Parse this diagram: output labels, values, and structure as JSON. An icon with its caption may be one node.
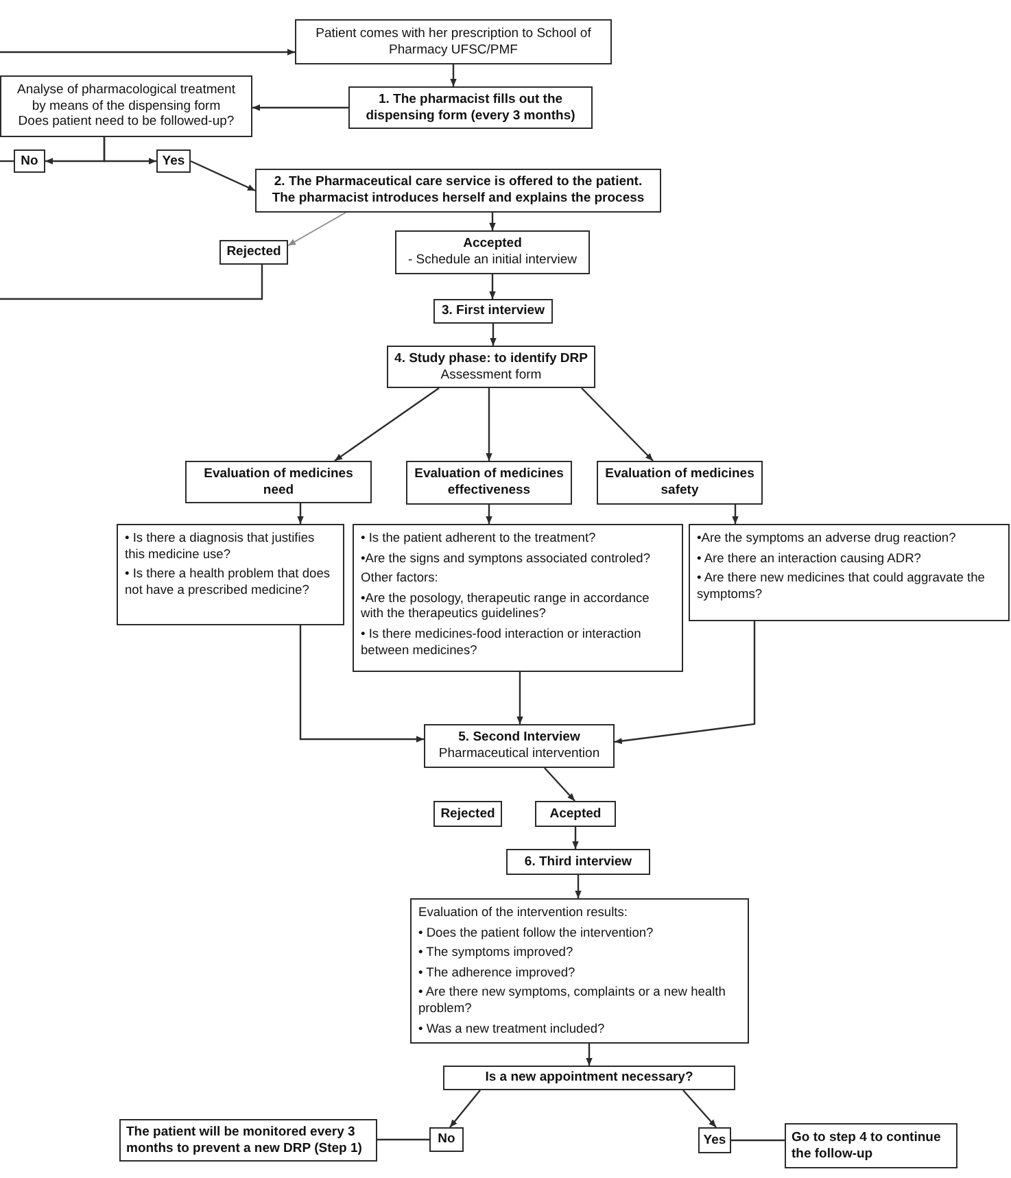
{
  "diagram": {
    "nodes": [
      {
        "text": [
          "Patient comes with her prescription to School of Pharmacy UFSC/PMF"
        ]
      },
      {
        "text": [
          "1. The pharmacist fills out the dispensing form (every 3 months)"
        ]
      },
      {
        "text": [
          "Analyse of pharmacological treatment by means of the dispensing form",
          "Does patient need to be followed-up?"
        ]
      },
      {
        "text": [
          "No"
        ]
      },
      {
        "text": [
          "Yes"
        ]
      },
      {
        "text": [
          "2. The Pharmaceutical care service is offered to the patient. The pharmacist introduces herself and explains the process"
        ]
      },
      {
        "text": [
          "Rejected"
        ]
      },
      {
        "text": [
          "Accepted",
          "- Schedule an initial interview"
        ]
      },
      {
        "text": [
          "3. First interview"
        ]
      },
      {
        "text": [
          "4. Study phase: to identify DRP",
          "Assessment form"
        ]
      },
      {
        "text": [
          "Evaluation of medicines need"
        ]
      },
      {
        "text": [
          "Evaluation of medicines effectiveness"
        ]
      },
      {
        "text": [
          "Evaluation of medicines safety"
        ]
      },
      {
        "text": [
          "• Is there a diagnosis that justifies this medicine use?",
          "• Is there a health problem that does not have a prescribed medicine?"
        ]
      },
      {
        "text": [
          "• Is the patient adherent to the treatment?",
          "•Are the signs and symptons associated controled?",
          "Other factors:",
          "•Are the posology, therapeutic range in accordance with the therapeutics guidelines?",
          "• Is there medicines-food interaction or interaction between medicines?"
        ]
      },
      {
        "text": [
          "•Are the symptoms an adverse drug reaction?",
          "• Are there an interaction causing ADR?",
          "• Are there new medicines that could aggravate the symptoms?"
        ]
      },
      {
        "text": [
          "5. Second Interview",
          "Pharmaceutical intervention"
        ]
      },
      {
        "text": [
          "Rejected"
        ]
      },
      {
        "text": [
          "Acepted"
        ]
      },
      {
        "text": [
          "6. Third interview"
        ]
      },
      {
        "text": [
          "Evaluation of the intervention results:",
          "• Does the patient follow the intervention?",
          "• The symptoms improved?",
          "• The adherence improved?",
          "• Are there new symptoms, complaints or a new health problem?",
          "• Was a new treatment included?"
        ]
      },
      {
        "text": [
          "Is a new appointment necessary?"
        ]
      },
      {
        "text": [
          "No"
        ]
      },
      {
        "text": [
          "Yes"
        ]
      },
      {
        "text": [
          "The patient will be monitored every 3 months to prevent a new DRP (Step 1)"
        ]
      },
      {
        "text": [
          "Go to step 4 to continue the follow-up"
        ]
      }
    ],
    "edges": [
      {
        "from": null,
        "to": 0,
        "arrow": "to"
      },
      {
        "from": 0,
        "to": 1,
        "arrow": "to"
      },
      {
        "from": 1,
        "to": 2,
        "arrow": "to"
      },
      {
        "from": 2,
        "to": 3,
        "arrow": "to"
      },
      {
        "from": 2,
        "to": 4,
        "arrow": "to"
      },
      {
        "from": 3,
        "to": null,
        "arrow": "none"
      },
      {
        "from": 4,
        "to": 5,
        "arrow": "to"
      },
      {
        "from": 5,
        "to": 6,
        "arrow": "to",
        "color": "#8a8a8a"
      },
      {
        "from": 5,
        "to": 7,
        "arrow": "to"
      },
      {
        "from": 6,
        "to": null,
        "arrow": "none"
      },
      {
        "from": 7,
        "to": 8,
        "arrow": "to"
      },
      {
        "from": 8,
        "to": 9,
        "arrow": "to"
      },
      {
        "from": 9,
        "to": 10,
        "arrow": "to"
      },
      {
        "from": 9,
        "to": 11,
        "arrow": "to"
      },
      {
        "from": 9,
        "to": 12,
        "arrow": "to"
      },
      {
        "from": 10,
        "to": 13,
        "arrow": "to"
      },
      {
        "from": 11,
        "to": 14,
        "arrow": "to"
      },
      {
        "from": 12,
        "to": 15,
        "arrow": "to"
      },
      {
        "from": 13,
        "to": 16,
        "arrow": "to"
      },
      {
        "from": 14,
        "to": 16,
        "arrow": "to"
      },
      {
        "from": 15,
        "to": 16,
        "arrow": "to"
      },
      {
        "from": 16,
        "to": 18,
        "arrow": "to"
      },
      {
        "from": 18,
        "to": 19,
        "arrow": "to"
      },
      {
        "from": 19,
        "to": 20,
        "arrow": "to"
      },
      {
        "from": 20,
        "to": 21,
        "arrow": "to"
      },
      {
        "from": 21,
        "to": 22,
        "arrow": "to"
      },
      {
        "from": 21,
        "to": 23,
        "arrow": "to"
      },
      {
        "from": 22,
        "to": 24,
        "arrow": "none"
      },
      {
        "from": 23,
        "to": 25,
        "arrow": "none"
      }
    ]
  }
}
